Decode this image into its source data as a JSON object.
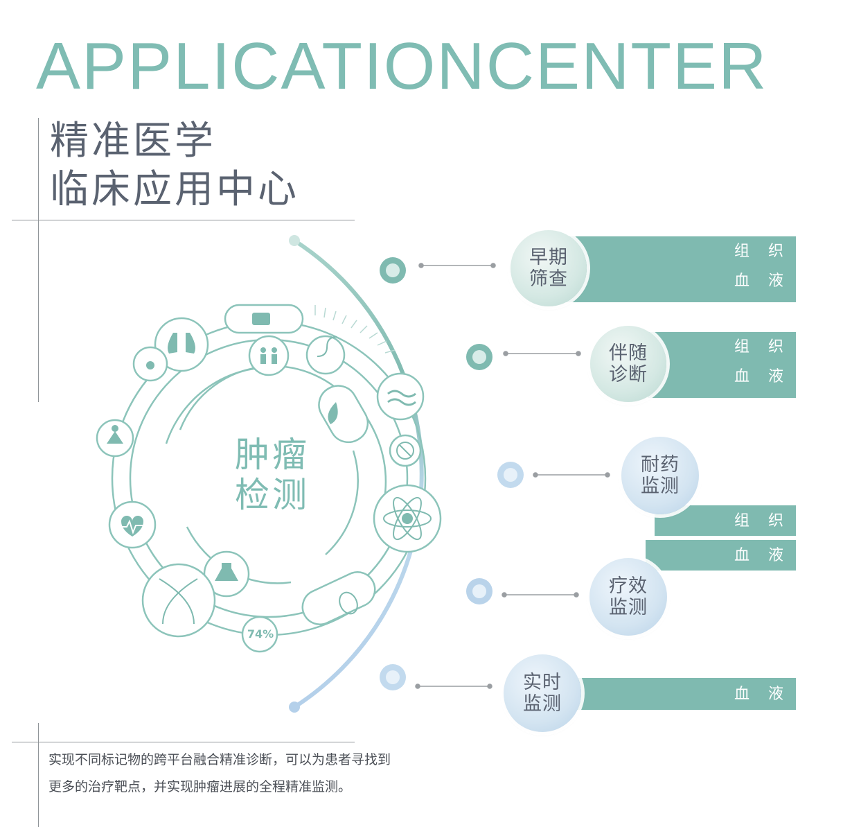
{
  "header": {
    "headline": "APPLICATIONCENTER",
    "title_line1": "精准医学",
    "title_line2": "临床应用中心"
  },
  "center": {
    "line1": "肿瘤",
    "line2": "检测",
    "percent_badge": "74%"
  },
  "applications": [
    {
      "line1": "早期",
      "line2": "筛查",
      "samples": [
        "组 织",
        "血 液"
      ]
    },
    {
      "line1": "伴随",
      "line2": "诊断",
      "samples": [
        "组 织",
        "血 液"
      ]
    },
    {
      "line1": "耐药",
      "line2": "监测",
      "samples": [
        "组 织"
      ]
    },
    {
      "line1": "疗效",
      "line2": "监测",
      "samples": [
        "血 液"
      ]
    },
    {
      "line1": "实时",
      "line2": "监测",
      "samples": [
        "血 液"
      ]
    }
  ],
  "icons": [
    "folder-icon",
    "lungs-icon",
    "stopwatch-icon",
    "people-icon",
    "dna-icon",
    "wave-icon",
    "drop-icon",
    "no-entry-icon",
    "meditation-icon",
    "atom-icon",
    "heart-pulse-icon",
    "flask-icon",
    "dna-helix-icon",
    "pill-icon"
  ],
  "colors": {
    "teal": "#7fbab0",
    "headline": "#7fbcb3",
    "text": "#5a6270",
    "blue": "#b9d3ea"
  },
  "description": {
    "line1": "实现不同标记物的跨平台融合精准诊断，可以为患者寻找到",
    "line2": "更多的治疗靶点，并实现肿瘤进展的全程精准监测。"
  }
}
